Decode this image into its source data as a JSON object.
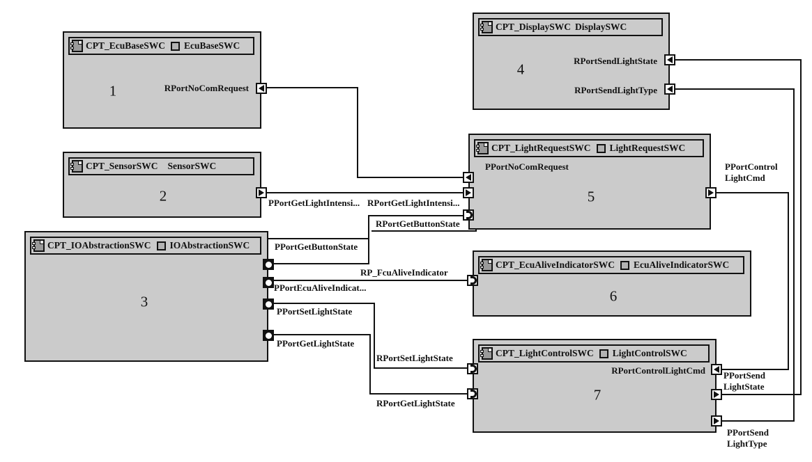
{
  "components": {
    "ecu_base": {
      "type_name": "CPT_EcuBaseSWC",
      "instance_name": "EcuBaseSWC",
      "number": "1",
      "port_label_no_com": "RPortNoComRequest"
    },
    "sensor": {
      "type_name": "CPT_SensorSWC",
      "instance_name": "SensorSWC",
      "number": "2"
    },
    "io_abstraction": {
      "type_name": "CPT_IOAbstractionSWC",
      "instance_name": "IOAbstractionSWC",
      "number": "3"
    },
    "display": {
      "type_name": "CPT_DisplaySWC",
      "instance_name": "DisplaySWC",
      "number": "4",
      "port_label_send_state": "RPortSendLightState",
      "port_label_send_type": "RPortSendLightType"
    },
    "light_request": {
      "type_name": "CPT_LightRequestSWC",
      "instance_name": "LightRequestSWC",
      "number": "5",
      "port_label_no_com": "PPortNoComRequest"
    },
    "ecu_alive_indicator": {
      "type_name": "CPT_EcuAliveIndicatorSWC",
      "instance_name": "EcuAliveIndicatorSWC",
      "number": "6"
    },
    "light_control": {
      "type_name": "CPT_LightControlSWC",
      "instance_name": "LightControlSWC",
      "number": "7",
      "port_label_control_cmd": "RPortControlLightCmd"
    }
  },
  "connection_labels": {
    "pport_get_light_intensity": "PPortGetLightIntensi...",
    "rport_get_light_intensity": "RPortGetLightIntensi...",
    "rport_get_button_state": "RPortGetButtonState",
    "pport_get_button_state": "PPortGetButtonState",
    "rp_fcu_alive_indicator": "RP_FcuAliveIndicator",
    "pport_ecu_alive_indicator": "PPortEcuAliveIndicat...",
    "pport_set_light_state": "PPortSetLightState",
    "pport_get_light_state": "PPortGetLightState",
    "rport_set_light_state": "RPortSetLightState",
    "rport_get_light_state": "RPortGetLightState",
    "pport_control_light_cmd": "PPortControl\nLightCmd",
    "pport_send_light_state": "PPortSend\nLightState",
    "pport_send_light_type": "PPortSend\nLightType"
  },
  "colors": {
    "component_fill": "#cbcbcb",
    "border": "#111111",
    "background": "#ffffff"
  }
}
